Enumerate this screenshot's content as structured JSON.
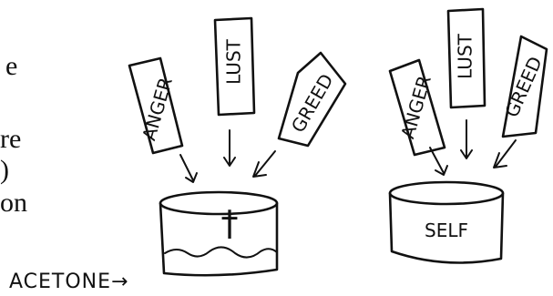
{
  "text_fragments": [
    "e",
    "re",
    ")",
    "on"
  ],
  "left_diagram": {
    "labels": [
      "ANGER",
      "LUST",
      "GREED"
    ],
    "container_symbol": "†",
    "side_label": "ACETONE→"
  },
  "right_diagram": {
    "labels": [
      "ANGER",
      "LUST",
      "GREED"
    ],
    "container_label": "SELF"
  }
}
